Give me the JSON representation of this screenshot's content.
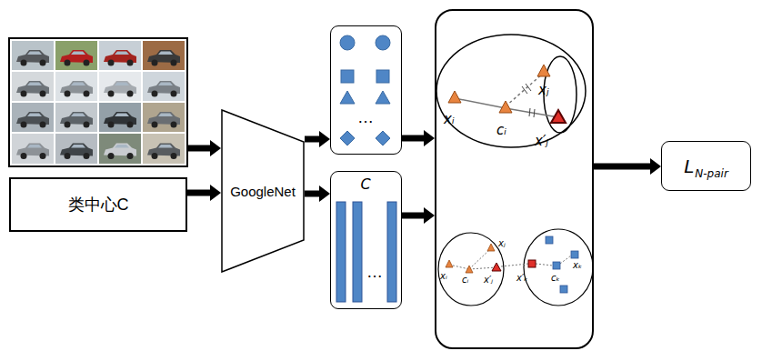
{
  "diagram": {
    "nodes": [
      {
        "text": [
          "类中心C"
        ]
      },
      {
        "text": [
          "GoogleNet"
        ]
      },
      {
        "text": [
          "…"
        ]
      },
      {
        "text": [
          "C",
          "…"
        ]
      },
      {
        "text": [
          "xᵢ",
          "cᵢ",
          "xⱼ",
          "x′ⱼ",
          "xᵢ",
          "cᵢ",
          "xⱼ",
          "x′ⱼ",
          "x′ₖ",
          "cₖ",
          "xₖ"
        ]
      },
      {
        "text": [
          "L",
          "N-pair"
        ]
      }
    ],
    "edges": [
      {
        "from": 0,
        "to": 1,
        "arrow": "to"
      },
      {
        "from": 1,
        "to": 2,
        "arrow": "to"
      },
      {
        "from": 1,
        "to": 3,
        "arrow": "to"
      },
      {
        "from": 2,
        "to": 4,
        "arrow": "to"
      },
      {
        "from": 3,
        "to": 4,
        "arrow": "to"
      },
      {
        "from": 4,
        "to": 5,
        "arrow": "to"
      }
    ]
  }
}
